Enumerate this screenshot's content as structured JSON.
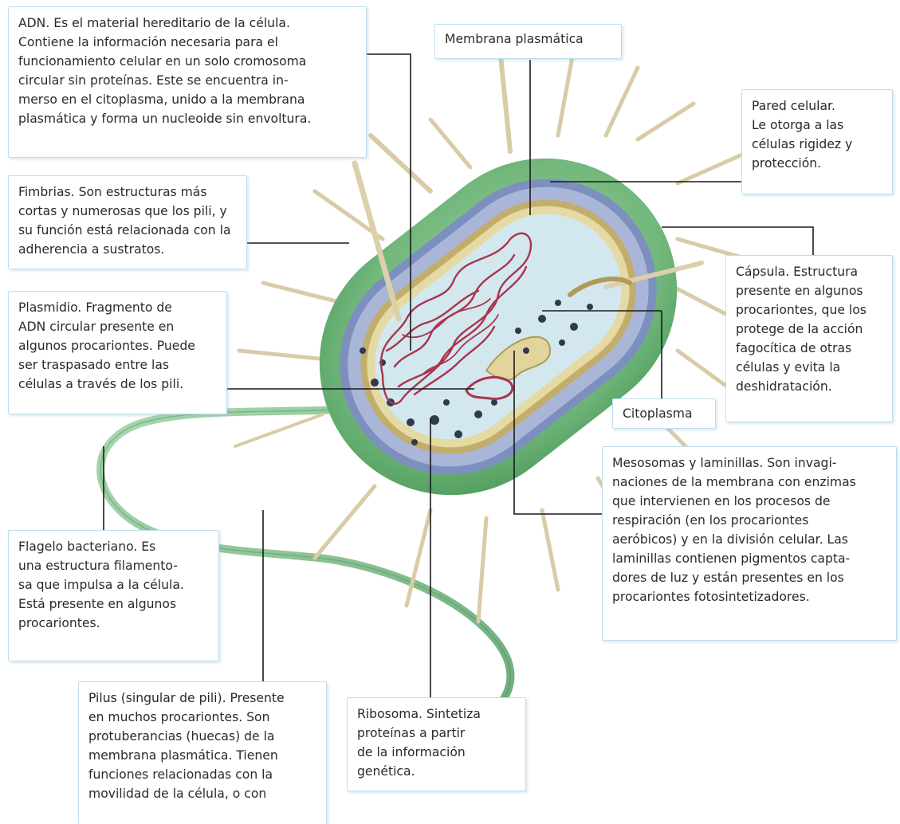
{
  "labels": {
    "adn": "ADN. Es el material hereditario de la célula.\nContiene la información necesaria para el\nfuncionamiento celular en un solo cromosoma\ncircular sin proteínas. Este se encuentra in-\nmerso en el citoplasma, unido a la membrana\nplasmática y forma un nucleoide sin envoltura.",
    "membrana": "Membrana plasmática",
    "pared": "Pared celular.\nLe otorga a las\ncélulas rigidez y\nprotección.",
    "fimbrias": "Fimbrias. Son estructuras más\ncortas y numerosas que los pili, y\nsu función está relacionada con la\nadherencia a sustratos.",
    "capsula": "Cápsula. Estructura\npresente en algunos\nprocariontes, que los\nprotege de la acción\nfagocítica de otras\ncélulas y evita la\ndeshidratación.",
    "plasmidio": "Plasmidio. Fragmento de\nADN circular presente en\nalgunos procariontes. Puede\nser traspasado entre las\ncélulas a través de los pili.",
    "citoplasma": "Citoplasma",
    "mesosomas": "Mesosomas y laminillas. Son invagi-\nnaciones de la membrana con enzimas\nque intervienen en los procesos de\nrespiración (en los procariontes\naeróbicos) y en la división celular. Las\nlaminillas contienen pigmentos capta-\ndores de luz y están presentes en los\nprocariontes fotosintetizadores.",
    "flagelo": "Flagelo bacteriano. Es\nuna estructura filamento-\nsa que impulsa a la célula.\nEstá presente en algunos\nprocariontes.",
    "pilus": "Pilus (singular de pili). Presente\nen muchos procariontes. Son\nprotuberancias (huecas) de la\nmembrana plasmática. Tienen\nfunciones relacionadas con la\nmovilidad de la célula, o con",
    "ribosoma": "Ribosoma. Sintetiza\nproteínas a partir\nde la información\ngenética."
  },
  "colors": {
    "capsule": "#6fb57a",
    "cell_wall": "#7d8fbf",
    "membrane": "#c2ae6a",
    "cytoplasm": "#cfe6ec",
    "dna": "#a8344e",
    "pili": "#d9cba6",
    "flagellum": "#8fc69a",
    "callout_border": "#bcdff0",
    "leader_line": "#1a1a1a"
  }
}
